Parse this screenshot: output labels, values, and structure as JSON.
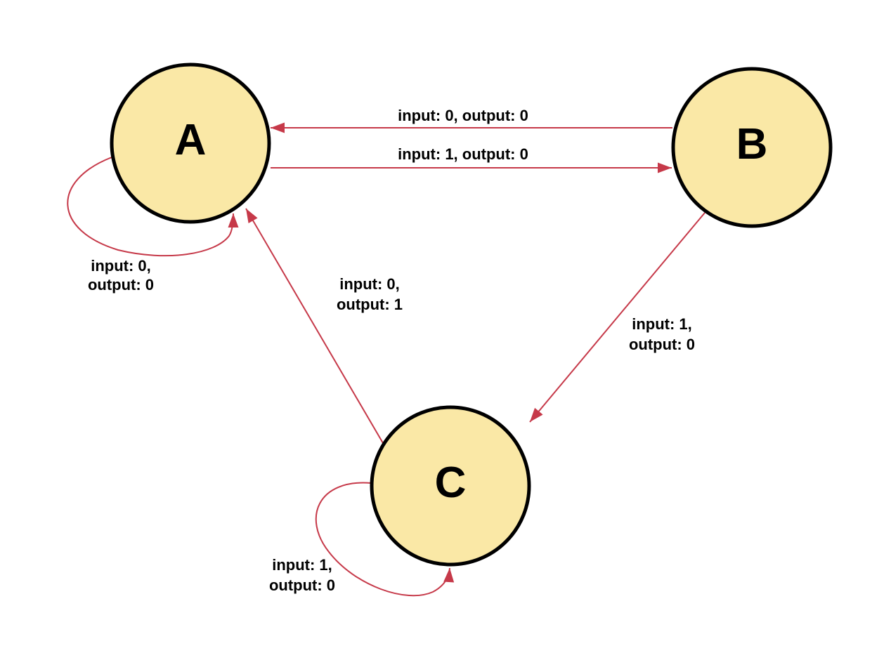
{
  "diagram": {
    "colors": {
      "background": "#FFFFFF",
      "state_fill": "#FAE8A6",
      "state_stroke": "#000000",
      "edge_color": "#C63949",
      "label_color": "#000000"
    },
    "states": {
      "a": {
        "label": "A"
      },
      "b": {
        "label": "B"
      },
      "c": {
        "label": "C"
      }
    },
    "transitions": {
      "b_to_a": {
        "label": "input: 0, output: 0"
      },
      "a_to_b": {
        "label": "input: 1, output: 0"
      },
      "a_self": {
        "line1": "input: 0,",
        "line2": "output: 0"
      },
      "c_to_a": {
        "line1": "input: 0,",
        "line2": "output: 1"
      },
      "b_to_c": {
        "line1": "input: 1,",
        "line2": "output: 0"
      },
      "c_self": {
        "line1": "input: 1,",
        "line2": "output: 0"
      }
    }
  }
}
